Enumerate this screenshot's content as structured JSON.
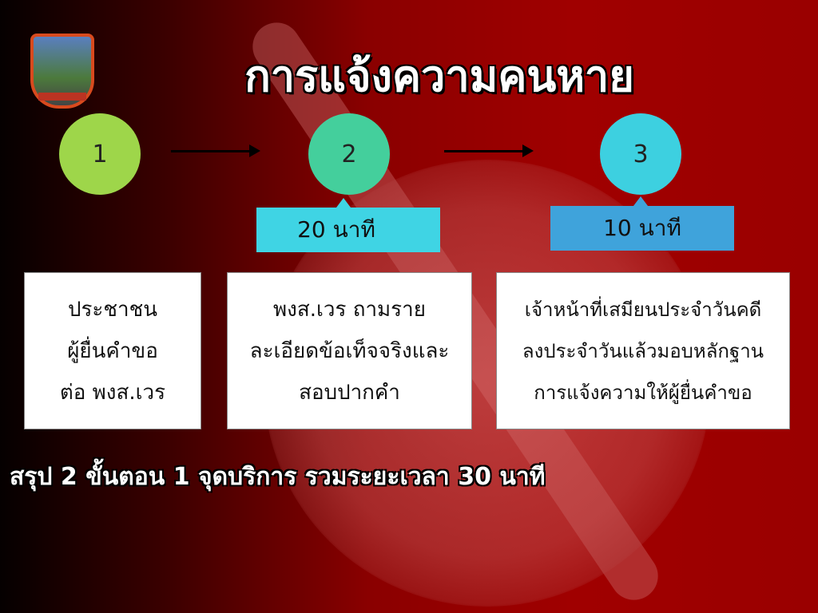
{
  "title": "การแจ้งความคนหาย",
  "steps": [
    {
      "number": "1",
      "color": "#9ed64a"
    },
    {
      "number": "2",
      "color": "#44cf9c",
      "duration": "20  นาที"
    },
    {
      "number": "3",
      "color": "#3dd0e0",
      "duration": "10 นาที"
    }
  ],
  "callout_colors": {
    "first": "#3fd4e4",
    "second": "#3fa3db"
  },
  "boxes": [
    {
      "lines": [
        "ประชาชน",
        "ผู้ยื่นคำขอ",
        "ต่อ พงส.เวร"
      ]
    },
    {
      "lines": [
        "พงส.เวร ถามราย",
        "ละเอียดข้อเท็จจริงและ",
        "สอบปากคำ"
      ]
    },
    {
      "lines": [
        "เจ้าหน้าที่เสมียนประจำวันคดี",
        "ลงประจำวันแล้วมอบหลักฐาน",
        "การแจ้งความให้ผู้ยื่นคำขอ"
      ]
    }
  ],
  "summary": "สรุป 2 ขั้นตอน 1 จุดบริการ รวมระยะเวลา 30 นาที"
}
